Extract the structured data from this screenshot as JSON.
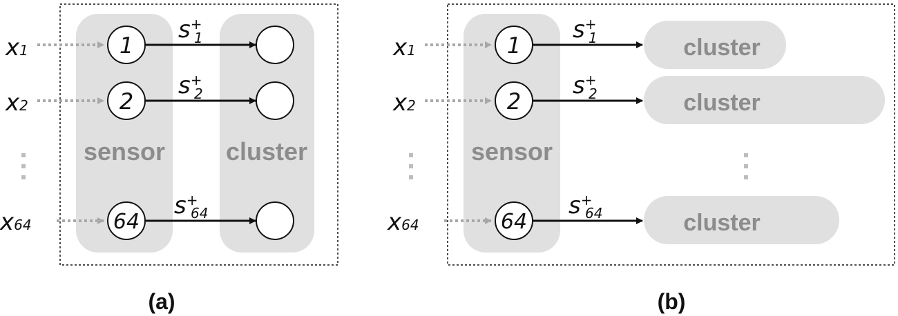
{
  "panel_a": {
    "caption": "(a)",
    "sensor_label": "sensor",
    "cluster_label": "cluster",
    "inputs": [
      {
        "var": "x",
        "sub": "1"
      },
      {
        "var": "x",
        "sub": "2"
      },
      {
        "var": "x",
        "sub": "64"
      }
    ],
    "sensor_nodes": [
      "1",
      "2",
      "64"
    ],
    "edges": [
      {
        "var": "s",
        "sup": "+",
        "sub": "1"
      },
      {
        "var": "s",
        "sup": "+",
        "sub": "2"
      },
      {
        "var": "s",
        "sup": "+",
        "sub": "64"
      }
    ]
  },
  "panel_b": {
    "caption": "(b)",
    "sensor_label": "sensor",
    "cluster_labels": [
      "cluster",
      "cluster",
      "cluster"
    ],
    "inputs": [
      {
        "var": "x",
        "sub": "1"
      },
      {
        "var": "x",
        "sub": "2"
      },
      {
        "var": "x",
        "sub": "64"
      }
    ],
    "sensor_nodes": [
      "1",
      "2",
      "64"
    ],
    "edges": [
      {
        "var": "s",
        "sup": "+",
        "sub": "1"
      },
      {
        "var": "s",
        "sup": "+",
        "sub": "2"
      },
      {
        "var": "s",
        "sup": "+",
        "sub": "64"
      }
    ]
  },
  "colors": {
    "panel_fill": "#e0e0e0",
    "label_grey": "#8c8c8c",
    "dotted_arrow": "#a8a8a8",
    "line": "#111111"
  }
}
